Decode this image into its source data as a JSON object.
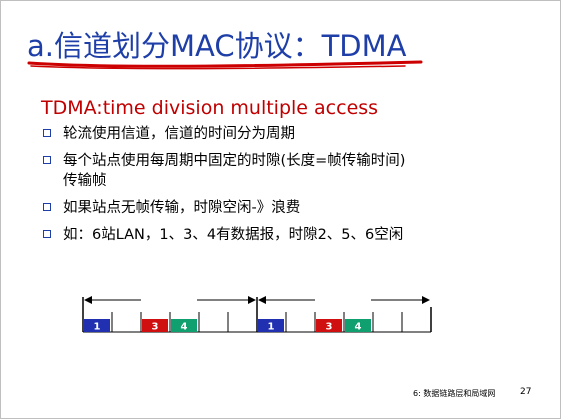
{
  "slide": {
    "title": "a.信道划分MAC协议：TDMA",
    "subtitle": "TDMA:time division multiple access",
    "bullets": [
      {
        "text": "轮流使用信道，信道的时间分为周期"
      },
      {
        "text": "每个站点使用每周期中固定的时隙(长度=帧传输时间)"
      },
      {
        "text": "传输帧",
        "continuation": true
      },
      {
        "text": "如果站点无帧传输，时隙空闲-》浪费"
      },
      {
        "text": "如：6站LAN，1、3、4有数据报，时隙2、5、6空闲"
      }
    ],
    "footer": "6: 数据链路层和局域网",
    "page_number": "27"
  },
  "diagram": {
    "frames_per_cycle": 6,
    "cycles": 2,
    "slots": [
      {
        "label": "1",
        "color": "#2030b0"
      },
      {
        "label": "",
        "color": ""
      },
      {
        "label": "3",
        "color": "#d01010"
      },
      {
        "label": "4",
        "color": "#10a070"
      },
      {
        "label": "",
        "color": ""
      },
      {
        "label": "",
        "color": ""
      }
    ],
    "colors": {
      "accent": "#1f3fa8",
      "underline": "#cc0000",
      "bullet_box": "#1f3fa8"
    }
  }
}
